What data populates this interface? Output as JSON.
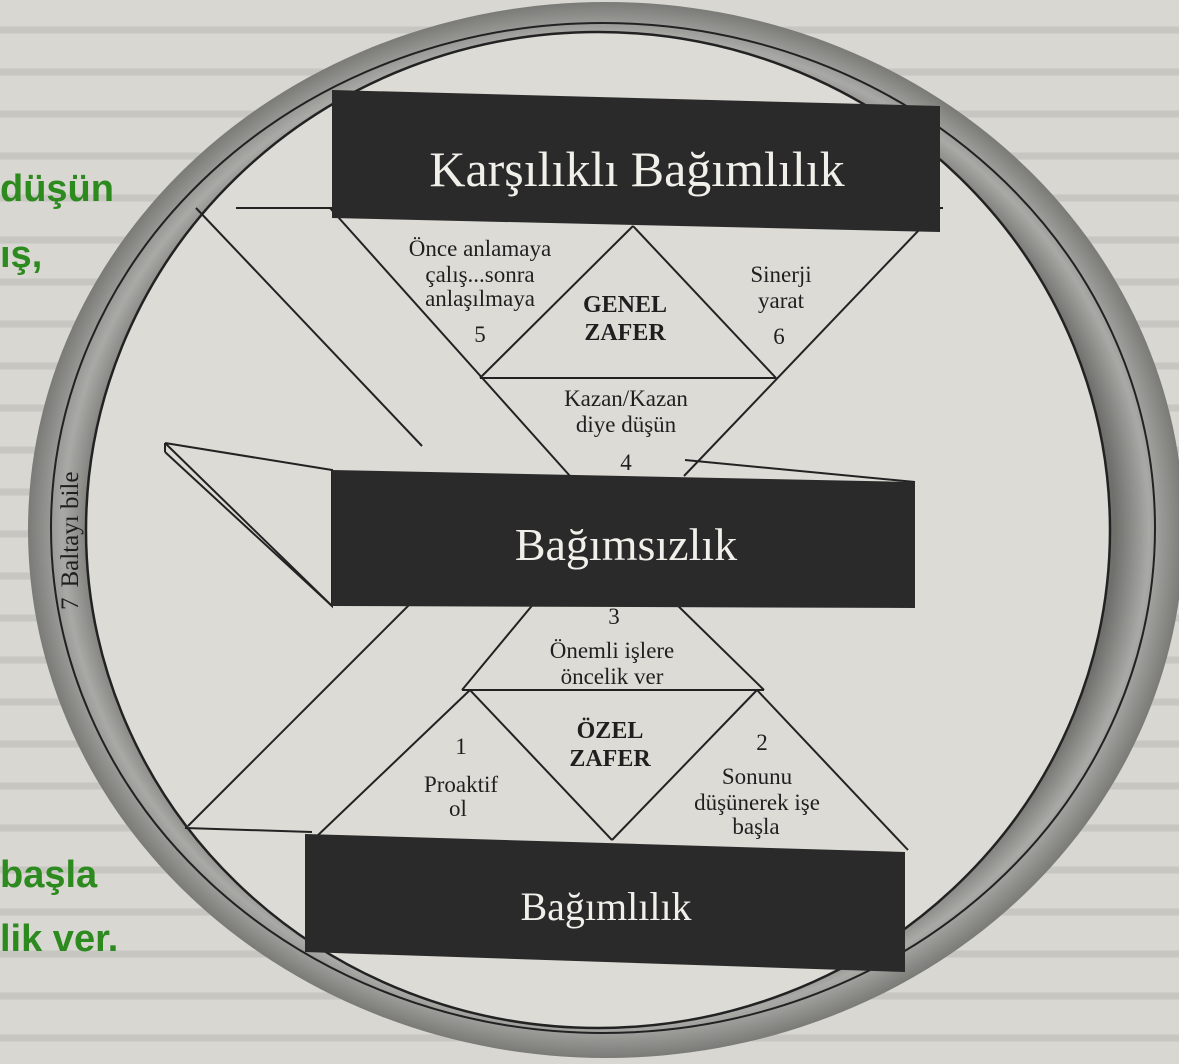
{
  "colors": {
    "page": "#d8d7d2",
    "bar_fill": "#2b2a2a",
    "bar_text": "#f1efe9",
    "ink": "#1f1f1f",
    "green_text": "#2c8a1e",
    "ring": "#8f8f8c"
  },
  "page_side_text": [
    {
      "id": "g1",
      "text": "düşün"
    },
    {
      "id": "g2",
      "text": "ış,"
    },
    {
      "id": "g3",
      "text": "başla"
    },
    {
      "id": "g4",
      "text": "lik ver."
    }
  ],
  "diagram": {
    "top_bar": "Karşılıklı Bağımlılık",
    "middle_bar": "Bağımsızlık",
    "bottom_bar": "Bağımlılık",
    "upper_center": [
      "GENEL",
      "ZAFER"
    ],
    "lower_center": [
      "ÖZEL",
      "ZAFER"
    ],
    "habits": [
      {
        "number": "1",
        "lines": [
          "Proaktif",
          "ol"
        ]
      },
      {
        "number": "2",
        "lines": [
          "Sonunu",
          "düşünerek işe",
          "başla"
        ]
      },
      {
        "number": "3",
        "lines": [
          "Önemli işlere",
          "öncelik ver"
        ]
      },
      {
        "number": "4",
        "lines": [
          "Kazan/Kazan",
          "diye düşün"
        ]
      },
      {
        "number": "5",
        "lines": [
          "Önce anlamaya",
          "çalış...sonra",
          "anlaşılmaya"
        ]
      },
      {
        "number": "6",
        "lines": [
          "Sinerji",
          "yarat"
        ]
      },
      {
        "number": "7",
        "lines": [
          "Baltayı bile"
        ]
      }
    ]
  }
}
